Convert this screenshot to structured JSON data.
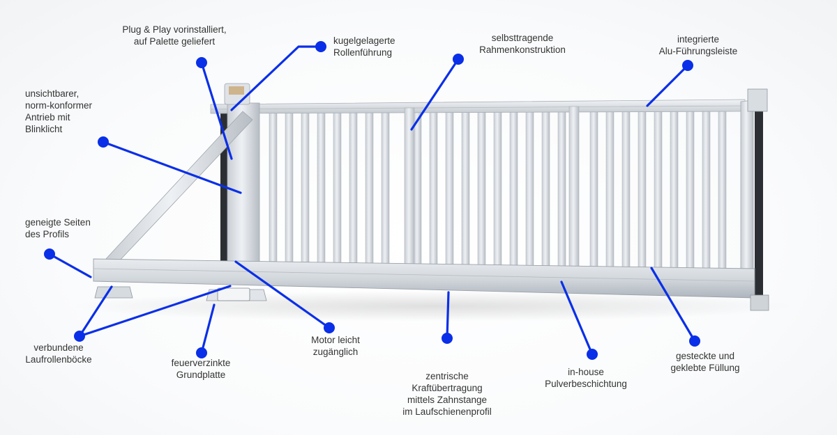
{
  "colors": {
    "accent": "#0a2fe8",
    "frame_light": "#e2e6ea",
    "frame_mid": "#c7ccd2",
    "frame_dark": "#9ea5ad",
    "text": "#333333"
  },
  "callouts": [
    {
      "id": "plug-play",
      "text": "Plug & Play vorinstalliert,\nauf Palette geliefert"
    },
    {
      "id": "kugelgelagerte",
      "text": "kugelgelagerte\nRollenführung"
    },
    {
      "id": "selbsttragende",
      "text": "selbsttragende\nRahmenkonstruktion"
    },
    {
      "id": "integrierte",
      "text": "integrierte\nAlu-Führungsleiste"
    },
    {
      "id": "unsichtbarer",
      "text": "unsichtbarer,\nnorm-konformer\nAntrieb mit\nBlinklicht"
    },
    {
      "id": "geneigte",
      "text": "geneigte Seiten\ndes Profils"
    },
    {
      "id": "verbundene",
      "text": "verbundene\nLaufrollenböcke"
    },
    {
      "id": "feuerverzinkte",
      "text": "feuerverzinkte\nGrundplatte"
    },
    {
      "id": "motor",
      "text": "Motor leicht\nzugänglich"
    },
    {
      "id": "zentrische",
      "text": "zentrische\nKraftübertragung\nmittels Zahnstange\nim Laufschienenprofil"
    },
    {
      "id": "in-house",
      "text": "in-house\nPulverbeschichtung"
    },
    {
      "id": "gesteckte",
      "text": "gesteckte und\ngeklebte Füllung"
    }
  ]
}
